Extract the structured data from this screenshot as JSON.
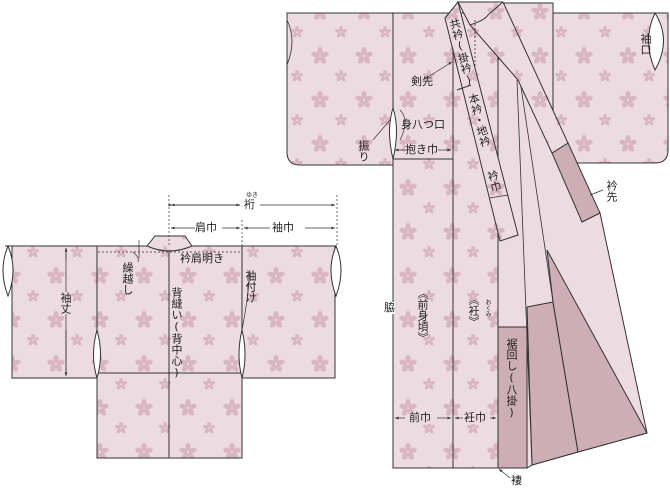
{
  "colors": {
    "fabric": "#ecdbe0",
    "flower": "#d8b6c1",
    "lining_light": "#ecdbe0",
    "lining_dark": "#cdaeb5",
    "outline": "#333333"
  },
  "back_view": {
    "yuki": "裄",
    "yuki_ruby": "ゆき",
    "katahaba": "肩巾",
    "sodehaba": "袖巾",
    "eri_kataaki": "衿肩明き",
    "kurikoshi": "繰越し",
    "sodetake": "袖丈",
    "senui": "背縫い(背中心)",
    "sodetsuke": "袖付け"
  },
  "front_view": {
    "tomoeri": "共衿(掛衿)",
    "kensaki": "剣先",
    "honeri": "本衿・地衿",
    "erihaba": "衿巾",
    "erisaki": "衿先",
    "sodeguchi": "袖口",
    "miyatsuguchi": "身八つ口",
    "furi": "振り",
    "dakihaba": "抱き巾",
    "waki": "脇",
    "maemigoro": "《前身頃》",
    "okumi": "《衽》",
    "okumi_ruby": "おくみ",
    "susomawashi": "裾回し(八掛)",
    "maehaba": "前巾",
    "okumihaba": "衽巾",
    "tsuma": "褄"
  }
}
